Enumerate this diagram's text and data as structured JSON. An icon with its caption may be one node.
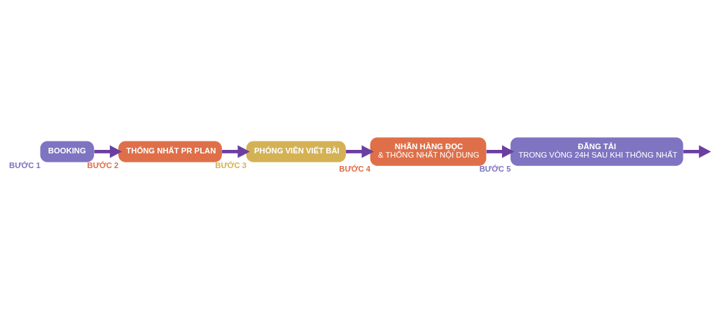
{
  "diagram": {
    "nodes": [
      {
        "text": [
          "BOOKING"
        ],
        "beside": [
          "BƯỚC 1"
        ]
      },
      {
        "text": [
          "THỐNG NHẤT PR PLAN"
        ],
        "beside": [
          "BƯỚC 2"
        ]
      },
      {
        "text": [
          "PHÓNG VIÊN VIẾT BÀI"
        ],
        "beside": [
          "BƯỚC 3"
        ]
      },
      {
        "text": [
          "NHÃN HÀNG ĐỌC",
          "& THỐNG NHẤT NỘI DUNG"
        ],
        "beside": [
          "BƯỚC 4"
        ]
      },
      {
        "text": [
          "ĐĂNG TẢI",
          "TRONG VÒNG 24H SAU KHI THỐNG NHẤT"
        ],
        "beside": [
          "BƯỚC 5"
        ]
      }
    ],
    "edges": [
      {
        "from": 0,
        "to": 1,
        "arrow": "to"
      },
      {
        "from": 1,
        "to": 2,
        "arrow": "to"
      },
      {
        "from": 2,
        "to": 3,
        "arrow": "to"
      },
      {
        "from": 3,
        "to": 4,
        "arrow": "to"
      },
      {
        "from": 4,
        "to": null,
        "arrow": "to"
      }
    ]
  }
}
